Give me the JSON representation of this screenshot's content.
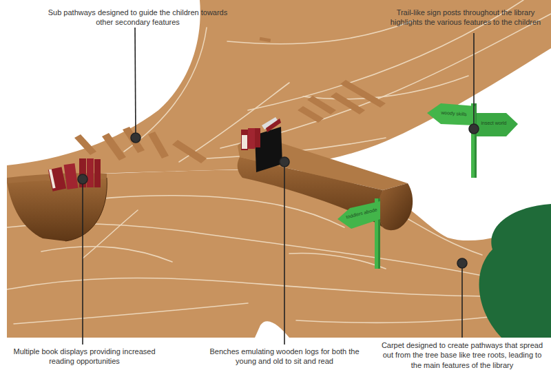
{
  "diagram": {
    "labels": [
      "Sub pathways designed to guide the children towards other secondary features",
      "Trail-like sign posts throughout the library highlights the various features to the children",
      "woody skills",
      "insect world",
      "toddlers abode",
      "Multiple book displays providing increased reading opportunities",
      "Benches emulating wooden logs for both the young and old to sit and read",
      "Carpet designed to create pathways that spread out from the tree base like tree roots, leading to the main features of the library"
    ]
  }
}
